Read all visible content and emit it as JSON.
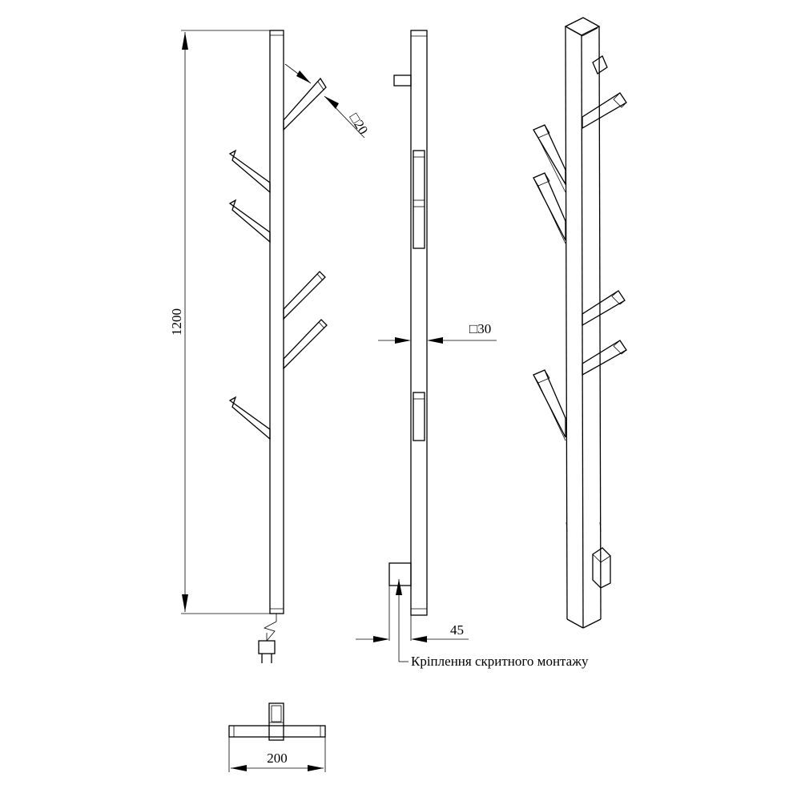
{
  "drawing": {
    "dimensions": {
      "height": "1200",
      "hook_section": "□20",
      "tube_section": "□30",
      "wall_offset": "45",
      "width": "200"
    },
    "callouts": {
      "hidden_mount": "Кріплення скритного монтажу"
    }
  }
}
